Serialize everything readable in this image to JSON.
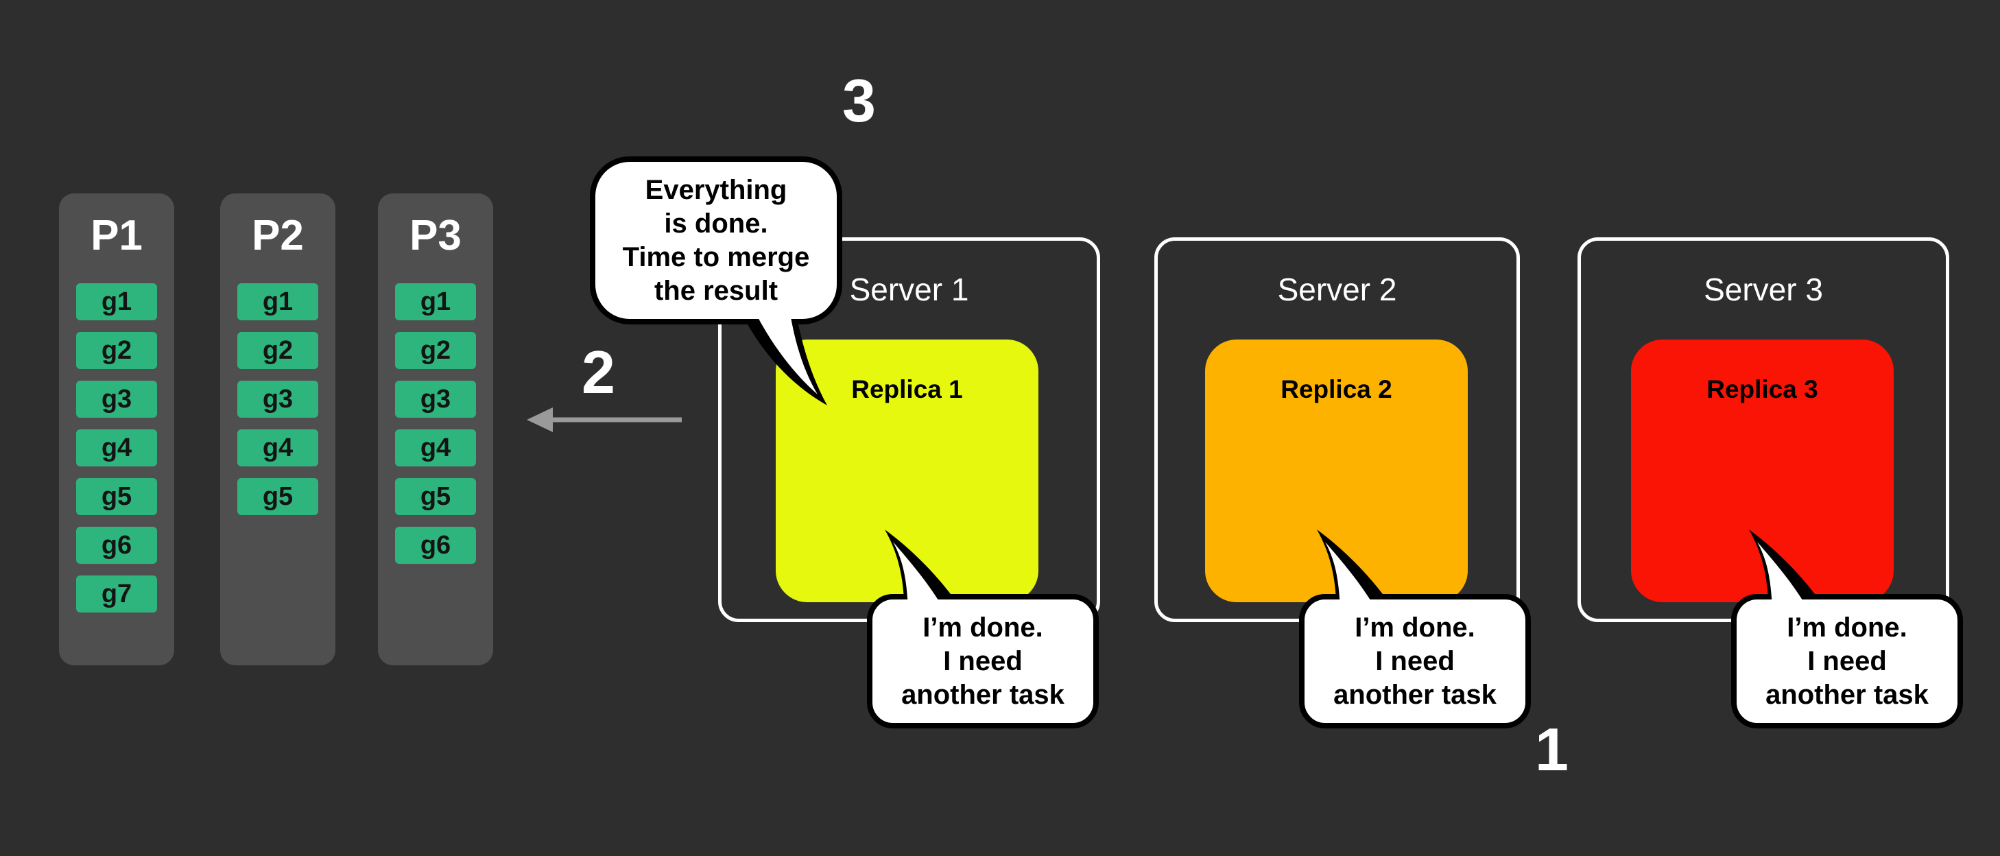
{
  "background": "#2e2e2e",
  "partition_cell_color": "#2eb57e",
  "partitions": [
    {
      "label": "P1",
      "cells": [
        "g1",
        "g2",
        "g3",
        "g4",
        "g5",
        "g6",
        "g7"
      ]
    },
    {
      "label": "P2",
      "cells": [
        "g1",
        "g2",
        "g3",
        "g4",
        "g5"
      ]
    },
    {
      "label": "P3",
      "cells": [
        "g1",
        "g2",
        "g3",
        "g4",
        "g5",
        "g6"
      ]
    }
  ],
  "servers": [
    {
      "label": "Server 1",
      "replica": {
        "label": "Replica 1",
        "color": "#e6f80d"
      },
      "bubble_lines": [
        "I’m done.",
        "I need",
        "another task"
      ]
    },
    {
      "label": "Server 2",
      "replica": {
        "label": "Replica 2",
        "color": "#fdb200"
      },
      "bubble_lines": [
        "I’m done.",
        "I need",
        "another task"
      ]
    },
    {
      "label": "Server 3",
      "replica": {
        "label": "Replica 3",
        "color": "#f91405"
      },
      "bubble_lines": [
        "I’m done.",
        "I need",
        "another task"
      ]
    }
  ],
  "merge_bubble_lines": [
    "Everything",
    "is done.",
    "Time to merge",
    "the result"
  ],
  "steps": {
    "one": "1",
    "two": "2",
    "three": "3"
  },
  "bubble_colors": {
    "fill": "#ffffff",
    "stroke": "#000000"
  },
  "arrow_color": "#9a9a9a"
}
